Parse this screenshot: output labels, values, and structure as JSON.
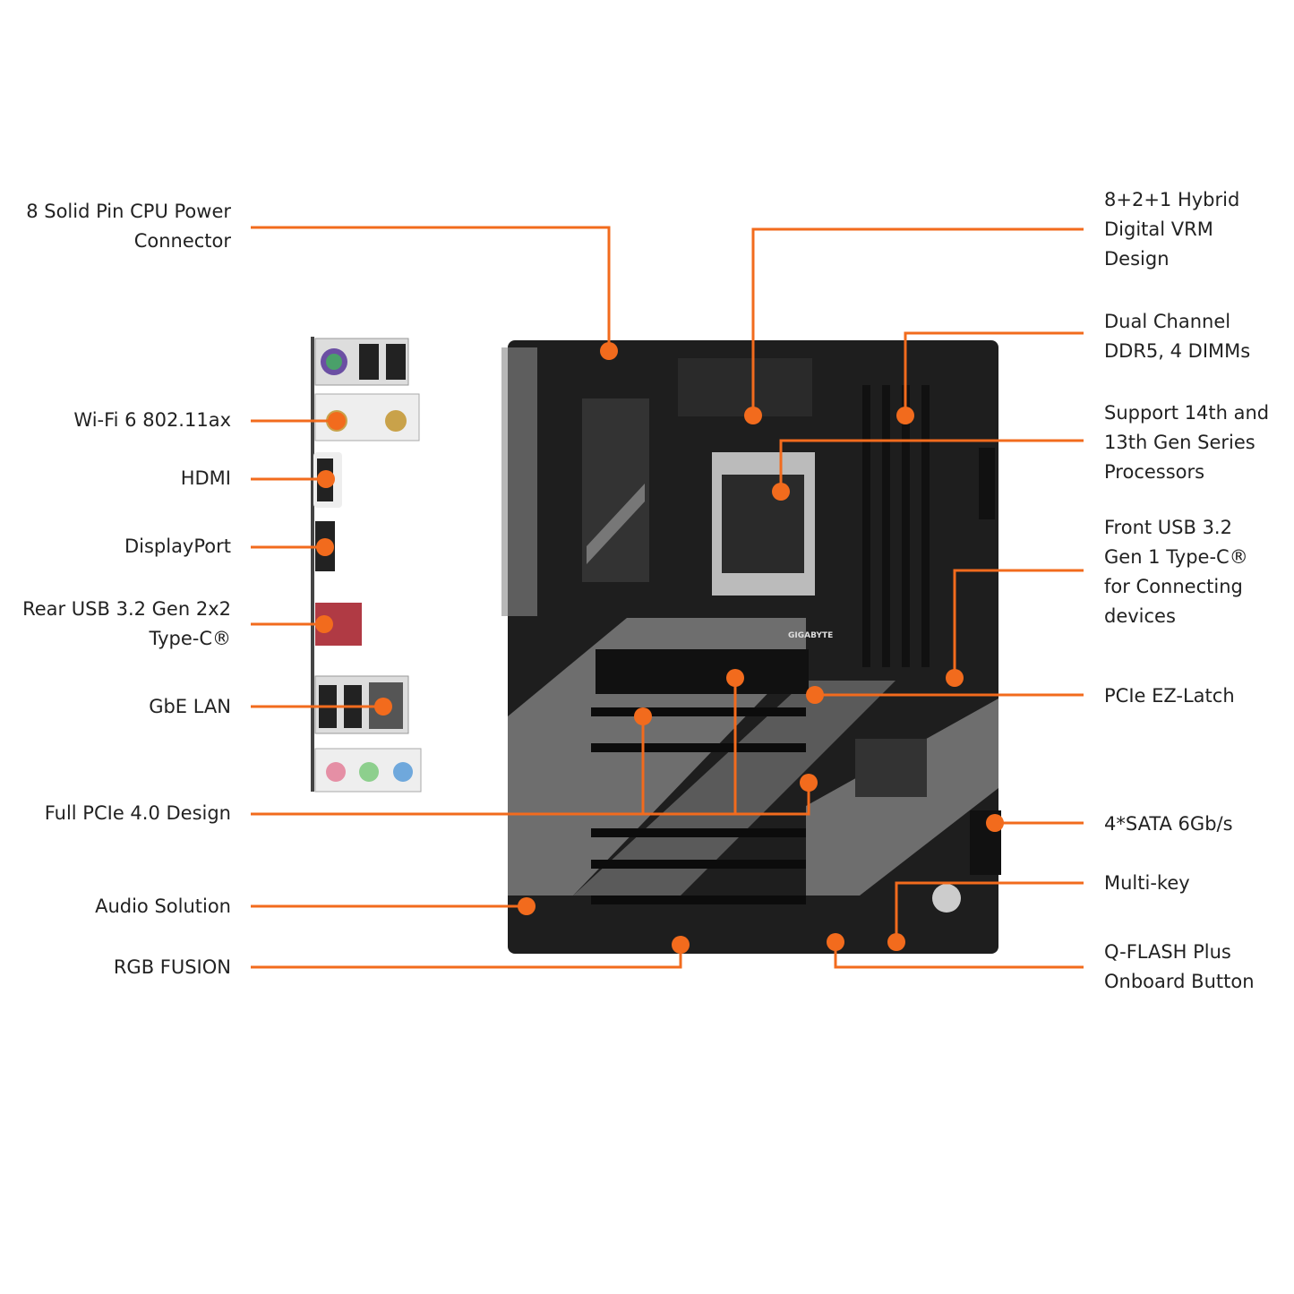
{
  "accent_color": "#f26b1d",
  "board_brand": "GIGABYTE",
  "callouts_left": [
    {
      "lines": [
        "8 Solid Pin CPU Power",
        "Connector"
      ]
    },
    {
      "lines": [
        "Wi-Fi 6 802.11ax"
      ]
    },
    {
      "lines": [
        "HDMI"
      ]
    },
    {
      "lines": [
        "DisplayPort"
      ]
    },
    {
      "lines": [
        "Rear USB 3.2 Gen 2x2",
        "Type-C®"
      ]
    },
    {
      "lines": [
        "GbE LAN"
      ]
    },
    {
      "lines": [
        "Full PCIe 4.0 Design"
      ]
    },
    {
      "lines": [
        "Audio Solution"
      ]
    },
    {
      "lines": [
        "RGB FUSION"
      ]
    }
  ],
  "callouts_right": [
    {
      "lines": [
        "8+2+1 Hybrid",
        "Digital VRM",
        "Design"
      ]
    },
    {
      "lines": [
        "Dual Channel",
        "DDR5, 4 DIMMs"
      ]
    },
    {
      "lines": [
        "Support 14th and",
        "13th Gen Series",
        "Processors"
      ]
    },
    {
      "lines": [
        "Front USB 3.2",
        "Gen 1 Type-C®",
        "for Connecting",
        "devices"
      ]
    },
    {
      "lines": [
        "PCIe EZ-Latch"
      ]
    },
    {
      "lines": [
        "4*SATA 6Gb/s"
      ]
    },
    {
      "lines": [
        "Multi-key"
      ]
    },
    {
      "lines": [
        "Q-FLASH Plus",
        "Onboard Button"
      ]
    }
  ]
}
